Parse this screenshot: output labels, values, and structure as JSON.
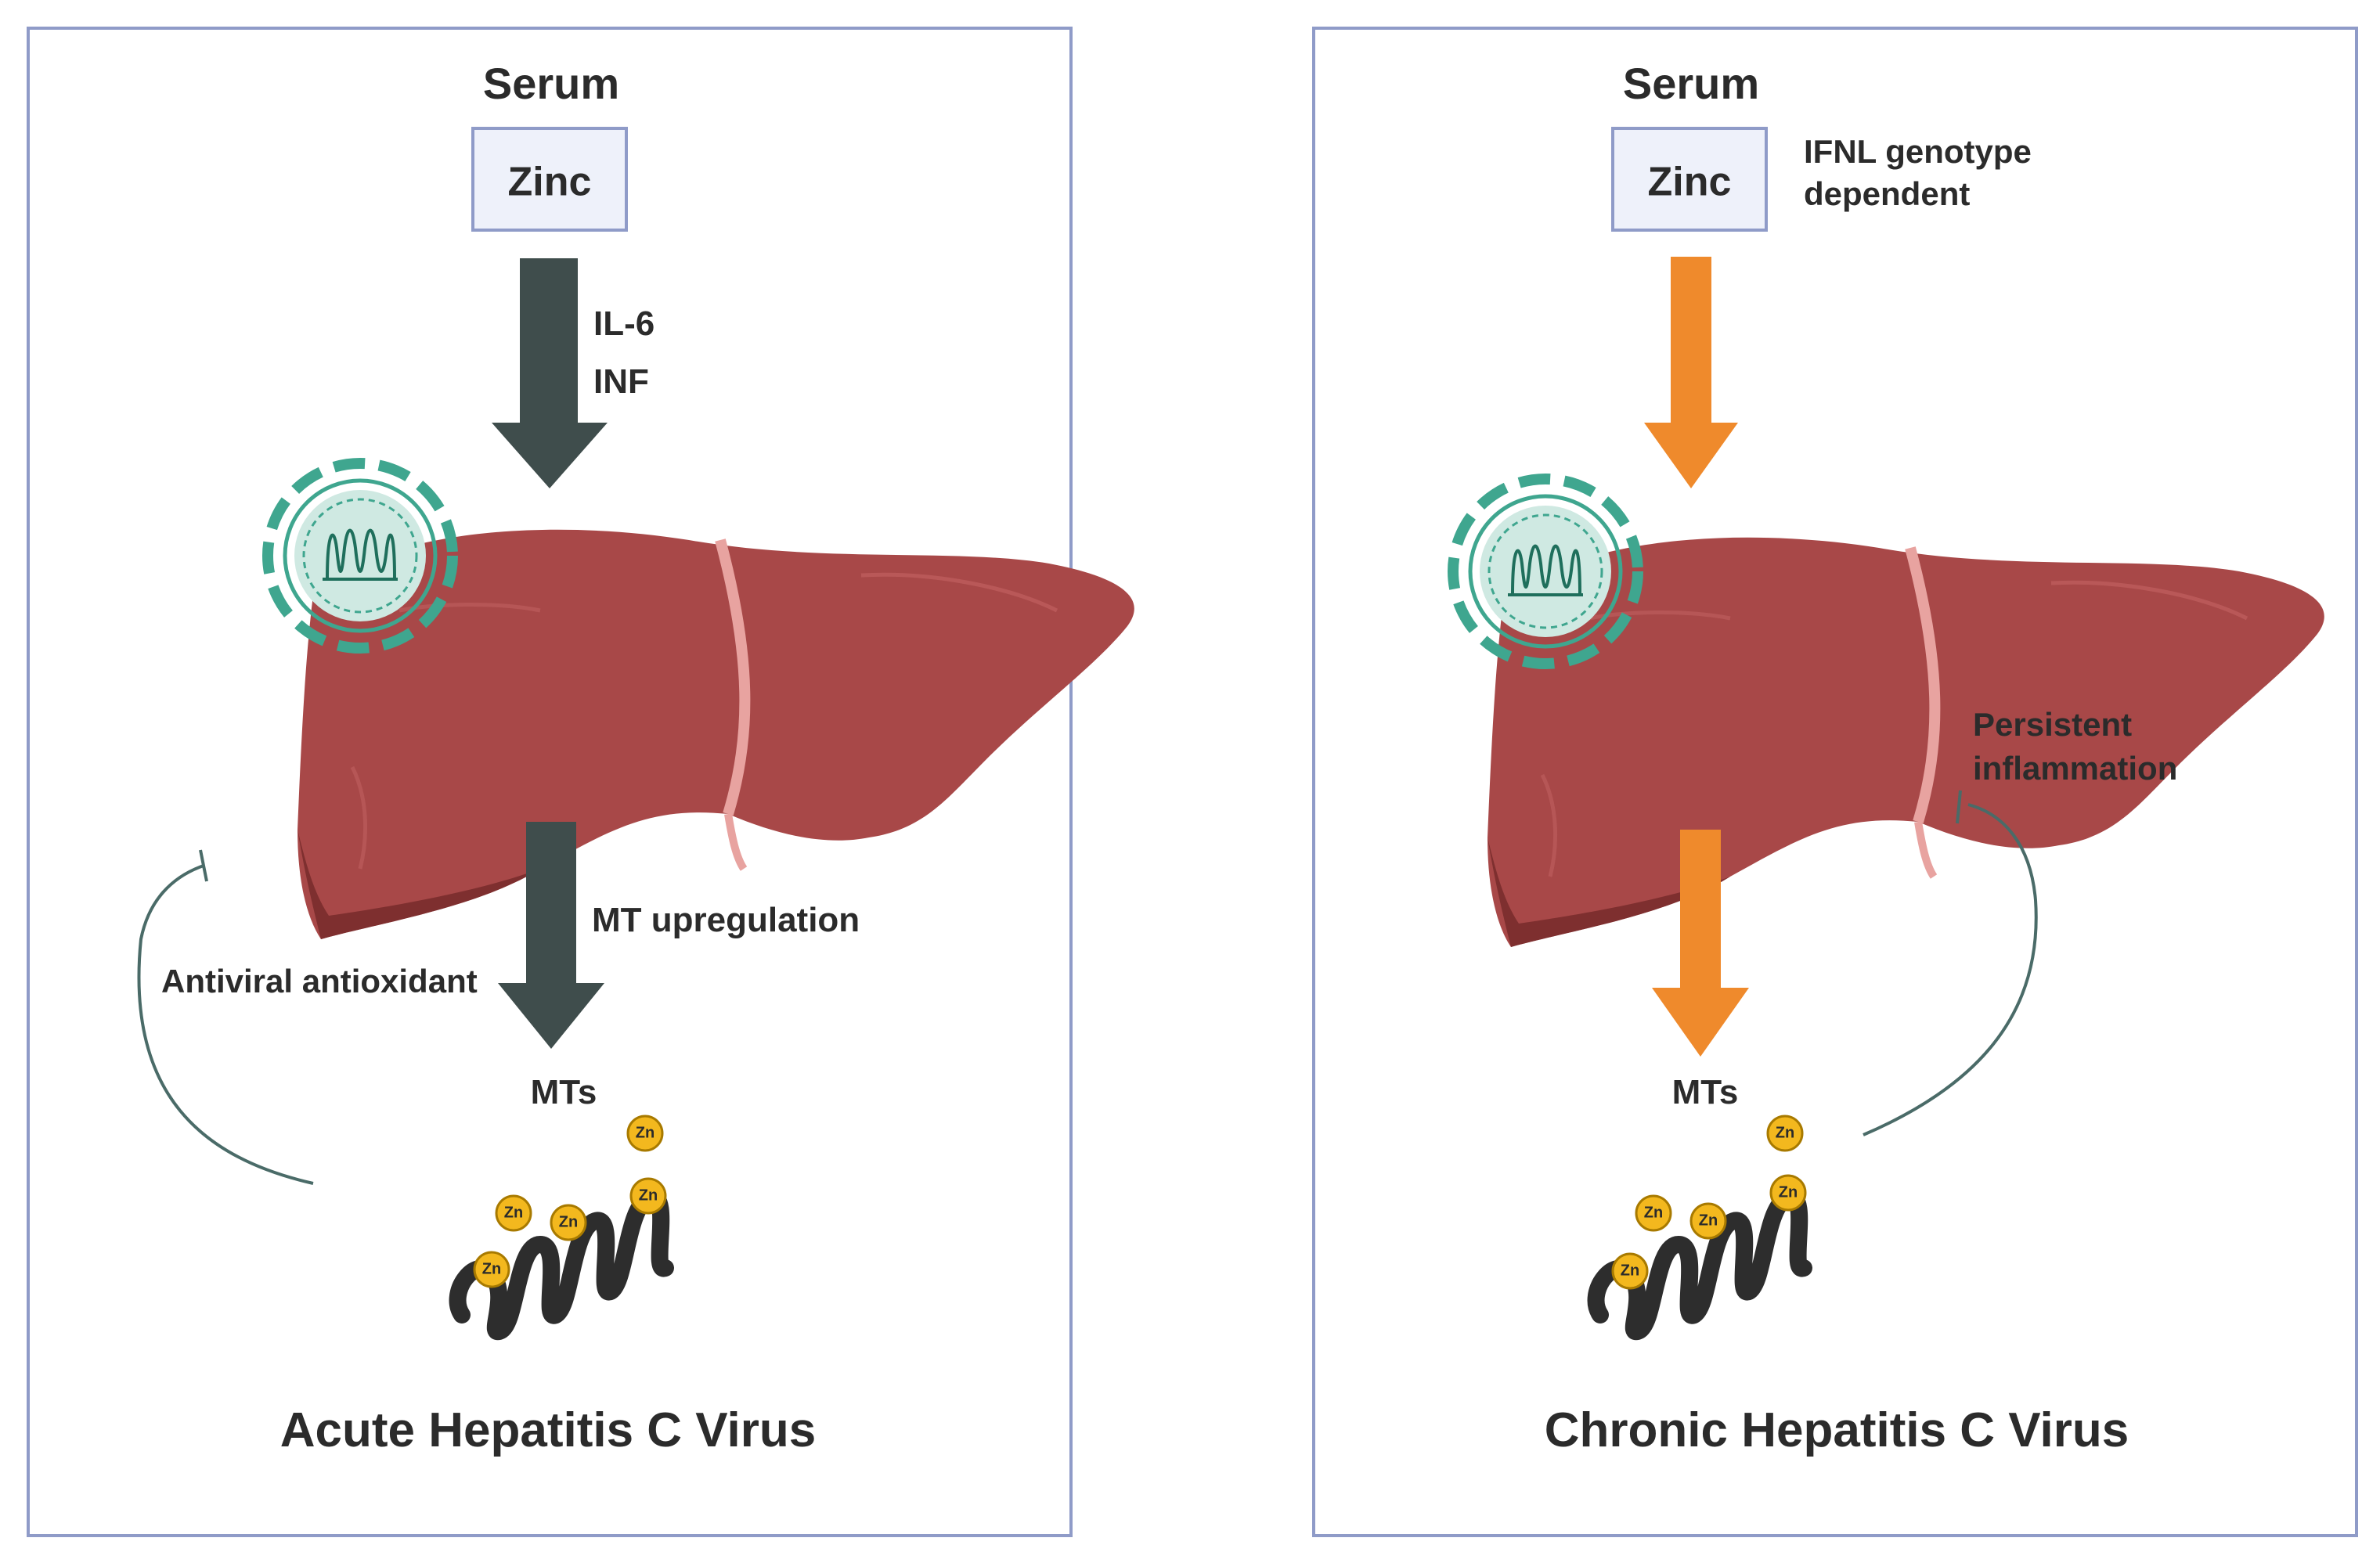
{
  "colors": {
    "panel_border": "#8f9bc8",
    "acute_arrow": "#3f4d4c",
    "chronic_arrow": "#ef8a2c",
    "liver": "#a84848",
    "virus": "#3fa68f",
    "zinc_ion": "#f3b81e",
    "mt_helix": "#2d2d2d",
    "feedback_line": "#4a6b68"
  },
  "acute": {
    "serum_label": "Serum",
    "zinc_label": "Zinc",
    "signal_line1": "IL-6",
    "signal_line2": "INF",
    "mt_label": "MT upregulation",
    "feedback_label": "Antiviral antioxidant",
    "mts_label": "MTs",
    "zn_label": "Zn",
    "title": "Acute Hepatitis C Virus"
  },
  "chronic": {
    "serum_label": "Serum",
    "zinc_label": "Zinc",
    "genotype_line1": "IFNL genotype",
    "genotype_line2": "dependent",
    "inflammation_line1": "Persistent",
    "inflammation_line2": "inflammation",
    "mts_label": "MTs",
    "zn_label": "Zn",
    "title": "Chronic Hepatitis C Virus"
  }
}
